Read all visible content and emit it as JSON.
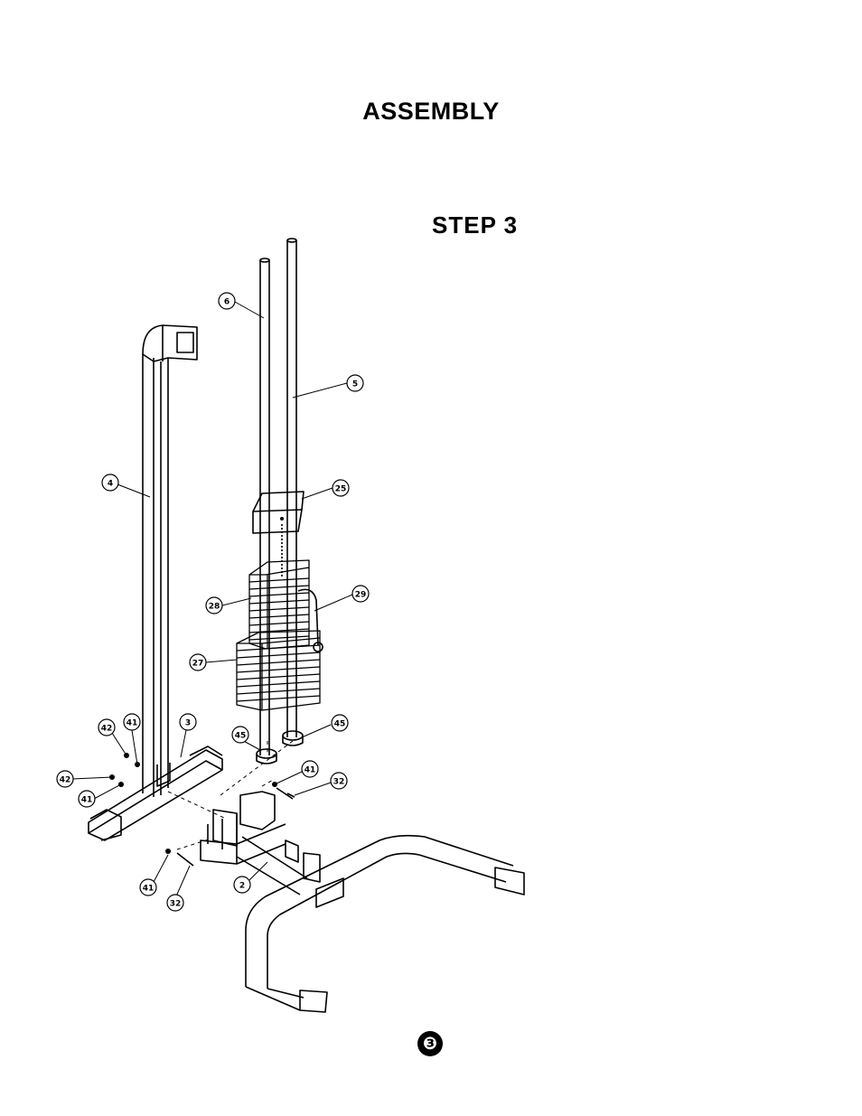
{
  "header": {
    "title": "ASSEMBLY",
    "step": "STEP 3"
  },
  "diagram": {
    "callouts": [
      "6",
      "5",
      "4",
      "25",
      "28",
      "29",
      "27",
      "42",
      "41",
      "3",
      "45",
      "45",
      "42",
      "41",
      "41",
      "32",
      "41",
      "32",
      "2"
    ]
  },
  "footer": {
    "page_number": "❸"
  }
}
